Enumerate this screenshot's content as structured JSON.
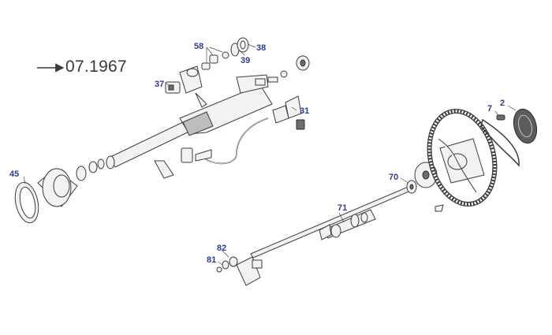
{
  "header": {
    "date_code": "07.1967"
  },
  "callouts": [
    {
      "id": "c45",
      "number": "45"
    },
    {
      "id": "c37",
      "number": "37"
    },
    {
      "id": "c58",
      "number": "58"
    },
    {
      "id": "c39",
      "number": "39"
    },
    {
      "id": "c38",
      "number": "38"
    },
    {
      "id": "c31",
      "number": "31"
    },
    {
      "id": "c7",
      "number": "7"
    },
    {
      "id": "c2",
      "number": "2"
    },
    {
      "id": "c70",
      "number": "70"
    },
    {
      "id": "c71",
      "number": "71"
    },
    {
      "id": "c82",
      "number": "82"
    },
    {
      "id": "c81",
      "number": "81"
    }
  ],
  "colors": {
    "callout_text": "#2b3d8f",
    "line_art": "#3c3c3c",
    "background": "#ffffff"
  }
}
